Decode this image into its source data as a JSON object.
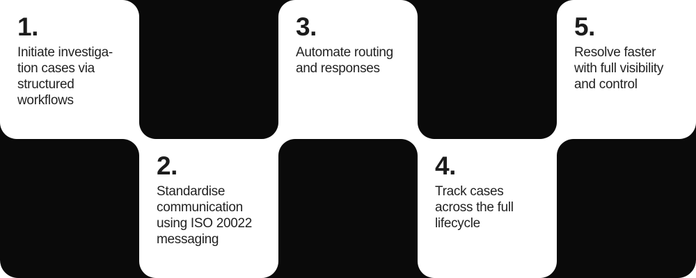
{
  "steps": [
    {
      "number": "1.",
      "text": "Initiate investiga-\ntion cases via\nstructured\nworkflows"
    },
    {
      "number": "2.",
      "text": "Standardise\ncommunication\nusing ISO 20022\nmessaging"
    },
    {
      "number": "3.",
      "text": "Automate routing\nand responses"
    },
    {
      "number": "4.",
      "text": "Track cases\nacross the full\nlifecycle"
    },
    {
      "number": "5.",
      "text": "Resolve faster\nwith full visibility\nand control"
    }
  ],
  "colors": {
    "block": "#0a0a0a",
    "card_bg": "#ffffff",
    "text": "#222222"
  }
}
